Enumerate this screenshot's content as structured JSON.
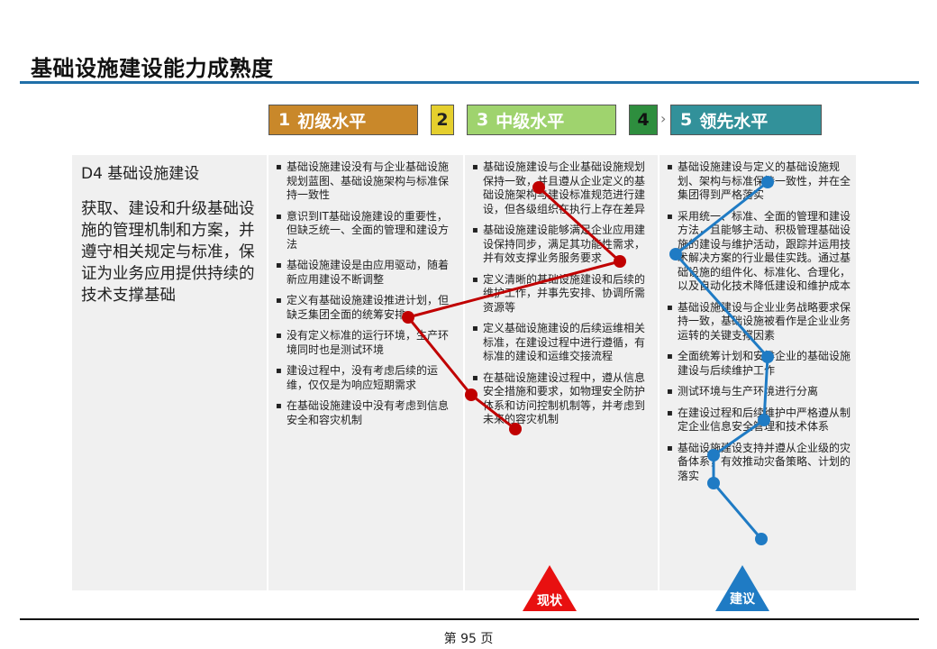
{
  "title": "基础设施建设能力成熟度",
  "levels": [
    {
      "num": "1",
      "label": "初级水平"
    },
    {
      "num": "2",
      "label": ""
    },
    {
      "num": "3",
      "label": "中级水平"
    },
    {
      "num": "4",
      "label": ""
    },
    {
      "num": "5",
      "label": "领先水平"
    }
  ],
  "capability": {
    "heading": "D4 基础设施建设",
    "description": "获取、建设和升级基础设施的管理机制和方案，并遵守相关规定与标准，保证为业务应用提供持续的技术支撑基础"
  },
  "level1_items": [
    "基础设施建设没有与企业基础设施规划蓝图、基础设施架构与标准保持一致性",
    "意识到IT基础设施建设的重要性，但缺乏统一、全面的管理和建设方法",
    "基础设施建设是由应用驱动，随着新应用建设不断调整",
    "定义有基础设施建设推进计划，但缺乏集团全面的统筹安排",
    "没有定义标准的运行环境，生产环境同时也是测试环境",
    "建设过程中，没有考虑后续的运维，仅仅是为响应短期需求",
    "在基础设施建设中没有考虑到信息安全和容灾机制"
  ],
  "level3_items": [
    "基础设施建设与企业基础设施规划保持一致，并且遵从企业定义的基础设施架构与建设标准规范进行建设，但各级组织在执行上存在差异",
    "基础设施建设能够满足企业应用建设保持同步，满足其功能性需求，并有效支撑业务服务要求",
    "定义清晰的基础设施建设和后续的维护工作，并事先安排、协调所需资源等",
    "定义基础设施建设的后续运维相关标准，在建设过程中进行遵循，有标准的建设和运维交接流程",
    "在基础设施建设过程中，遵从信息安全措施和要求，如物理安全防护体系和访问控制机制等，并考虑到未来的容灾机制"
  ],
  "level5_items": [
    "基础设施建设与定义的基础设施规划、架构与标准保持一致性，并在全集团得到严格落实",
    "采用统一、标准、全面的管理和建设方法，且能够主动、积极管理基础设施的建设与维护活动，跟踪并运用技术解决方案的行业最佳实践。通过基础设施的组件化、标准化、合理化，以及自动化技术降低建设和维护成本",
    "基础设施建设与企业业务战略要求保持一致，基础设施被看作是企业业务运转的关键支撑因素",
    "全面统筹计划和安排企业的基础设施建设与后续维护工作",
    "测试环境与生产环境进行分离",
    "在建设过程和后续维护中严格遵从制定企业信息安全管理和技术体系",
    "基础设施建设支持并遵从企业级的灾备体系，有效推动灾备策略、计划的落实"
  ],
  "markers": {
    "current_label": "现状",
    "target_label": "建议",
    "current_color": "#c00000",
    "target_color": "#1f7bc4"
  },
  "footer": {
    "page": "第 95 页"
  }
}
